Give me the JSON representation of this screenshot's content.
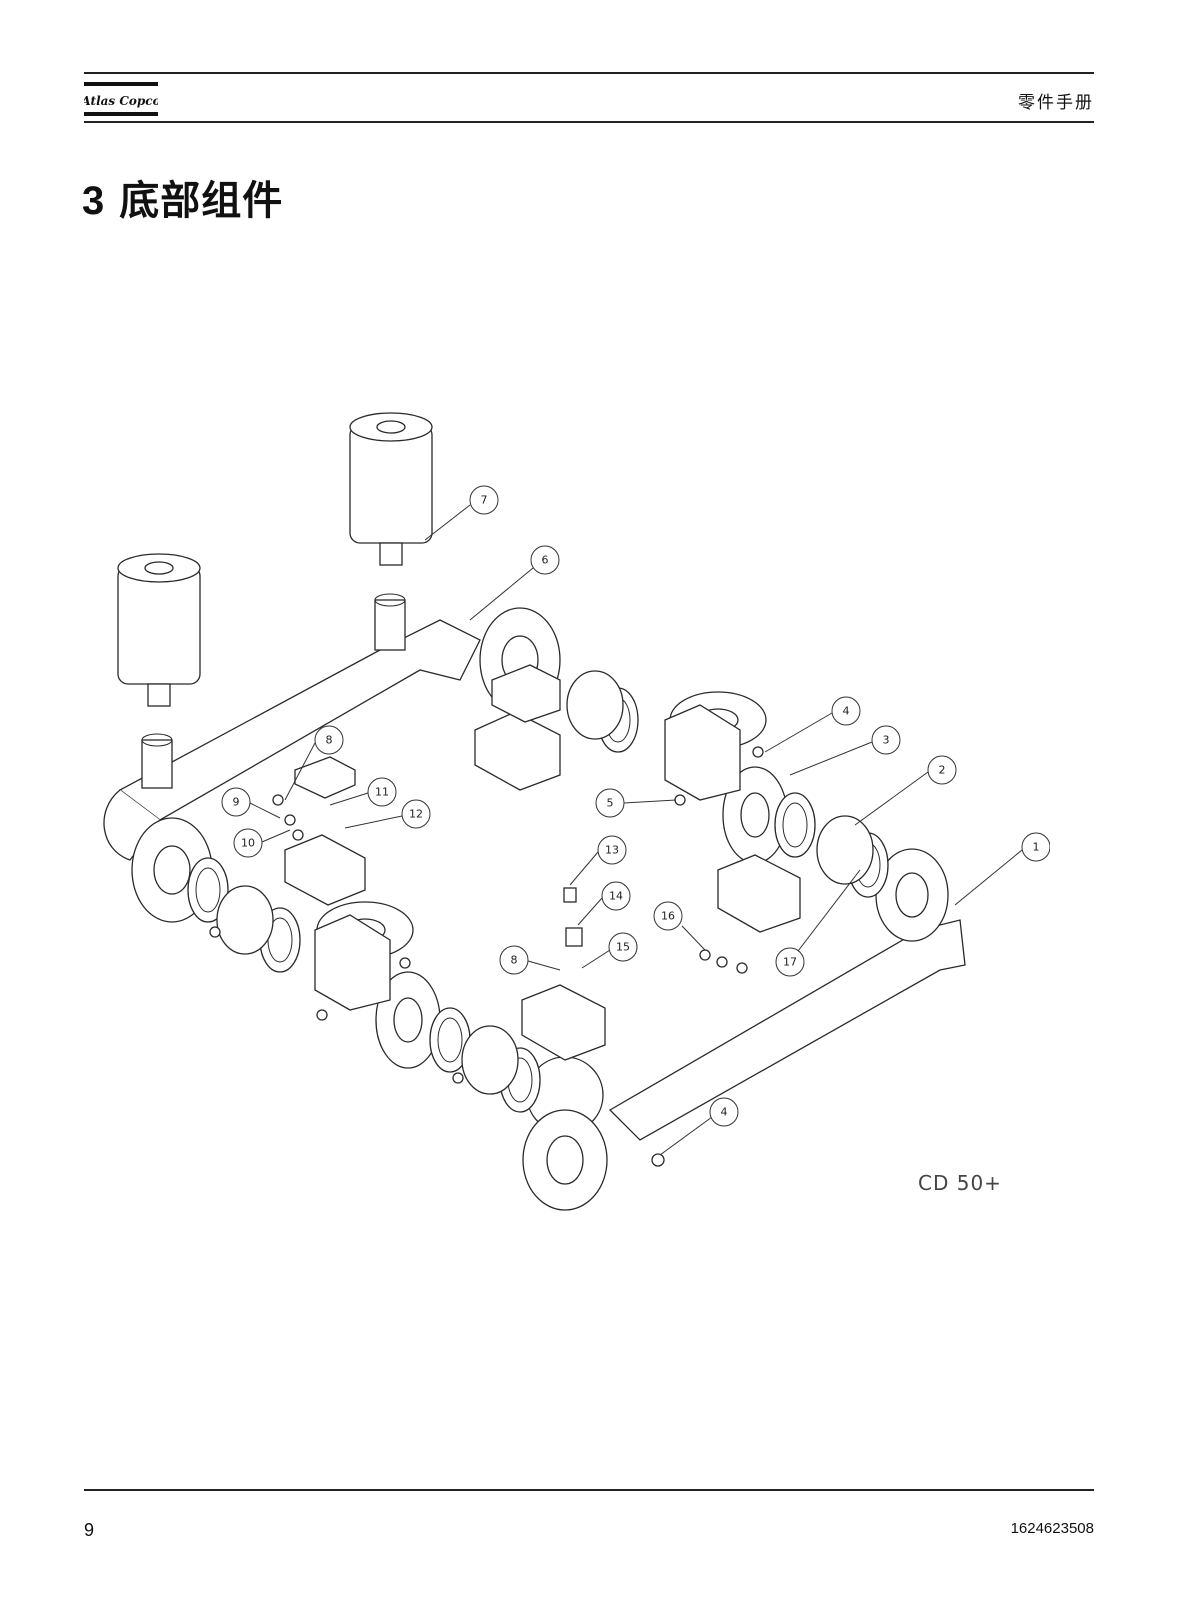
{
  "header": {
    "brand": "Atlas Copco",
    "doc_type": "零件手册"
  },
  "section": {
    "number": "3",
    "title": "底部组件"
  },
  "drawing": {
    "model": "CD 50+",
    "callouts": [
      "7",
      "6",
      "4",
      "3",
      "2",
      "1",
      "8",
      "11",
      "12",
      "9",
      "10",
      "5",
      "13",
      "14",
      "15",
      "16",
      "17",
      "8",
      "4"
    ]
  },
  "footer": {
    "page_number": "9",
    "part_number": "1624623508"
  }
}
